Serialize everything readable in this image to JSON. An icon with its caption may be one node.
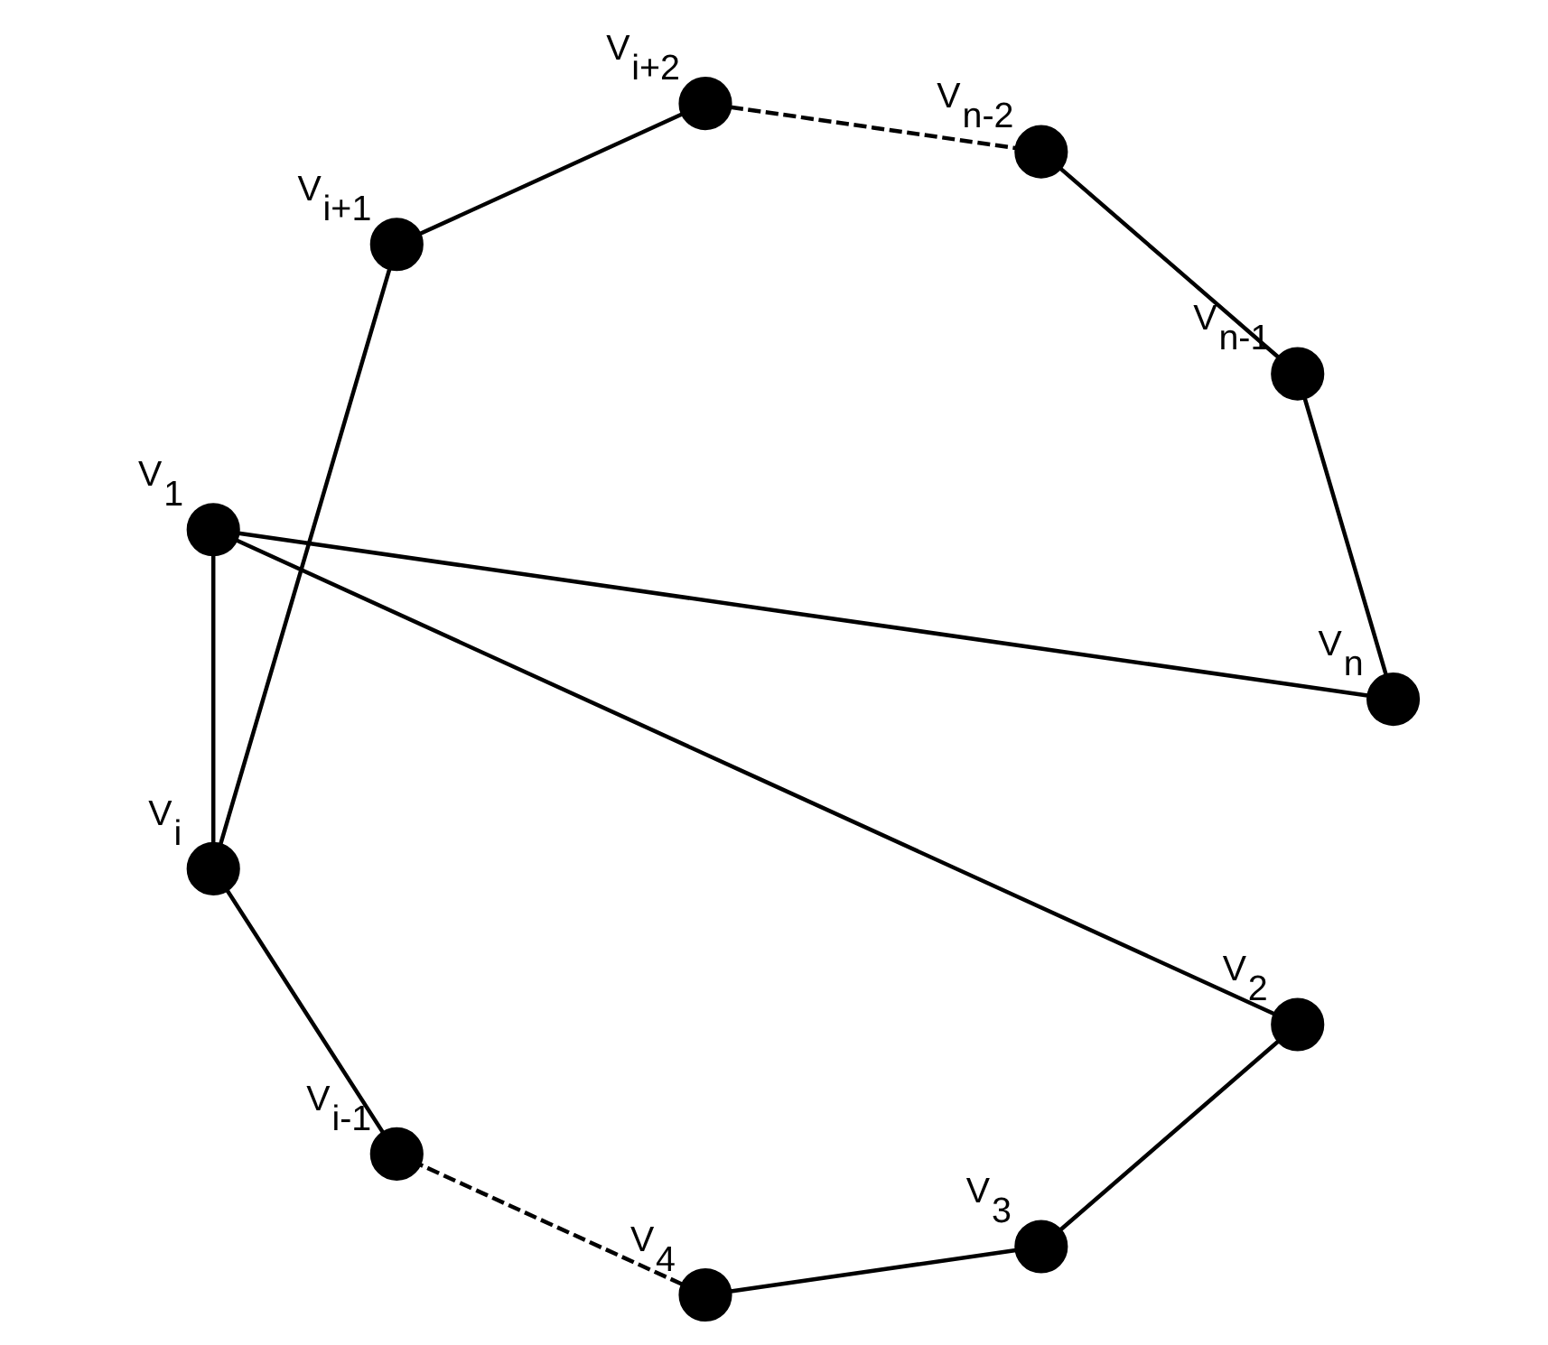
{
  "diagram": {
    "nodes": [
      {
        "text": [],
        "shape": "circle",
        "beside": [
          "V$_{1}$"
        ]
      },
      {
        "text": [],
        "shape": "circle",
        "beside": [
          "V$_{2}$"
        ]
      },
      {
        "text": [],
        "shape": "circle",
        "beside": [
          "V$_{3}$"
        ]
      },
      {
        "text": [],
        "shape": "circle",
        "beside": [
          "V$_{4}$"
        ]
      },
      {
        "text": [],
        "shape": "circle",
        "beside": [
          "V$_{i-1}$"
        ]
      },
      {
        "text": [],
        "shape": "circle",
        "beside": [
          "V$_{i}$"
        ]
      },
      {
        "text": [],
        "shape": "circle",
        "beside": [
          "V$_{i+1}$"
        ]
      },
      {
        "text": [],
        "shape": "circle",
        "beside": [
          "V$_{i+2}$"
        ]
      },
      {
        "text": [],
        "shape": "circle",
        "beside": [
          "V$_{n-2}$"
        ]
      },
      {
        "text": [],
        "shape": "circle",
        "beside": [
          "V$_{n-1}$"
        ]
      },
      {
        "text": [],
        "shape": "circle",
        "beside": [
          "V$_{n}$"
        ]
      }
    ],
    "edges": [
      {
        "from": 0,
        "to": 1,
        "arrow": "none"
      },
      {
        "from": 1,
        "to": 2,
        "arrow": "none"
      },
      {
        "from": 2,
        "to": 3,
        "arrow": "none"
      },
      {
        "from": 3,
        "to": 4,
        "arrow": "none",
        "style": "dashed"
      },
      {
        "from": 4,
        "to": 5,
        "arrow": "none"
      },
      {
        "from": 5,
        "to": 6,
        "arrow": "none"
      },
      {
        "from": 6,
        "to": 7,
        "arrow": "none"
      },
      {
        "from": 7,
        "to": 8,
        "arrow": "none",
        "style": "dashed"
      },
      {
        "from": 8,
        "to": 9,
        "arrow": "none"
      },
      {
        "from": 9,
        "to": 10,
        "arrow": "none"
      },
      {
        "from": 10,
        "to": 0,
        "arrow": "none"
      },
      {
        "from": 0,
        "to": 5,
        "arrow": "none"
      }
    ]
  }
}
